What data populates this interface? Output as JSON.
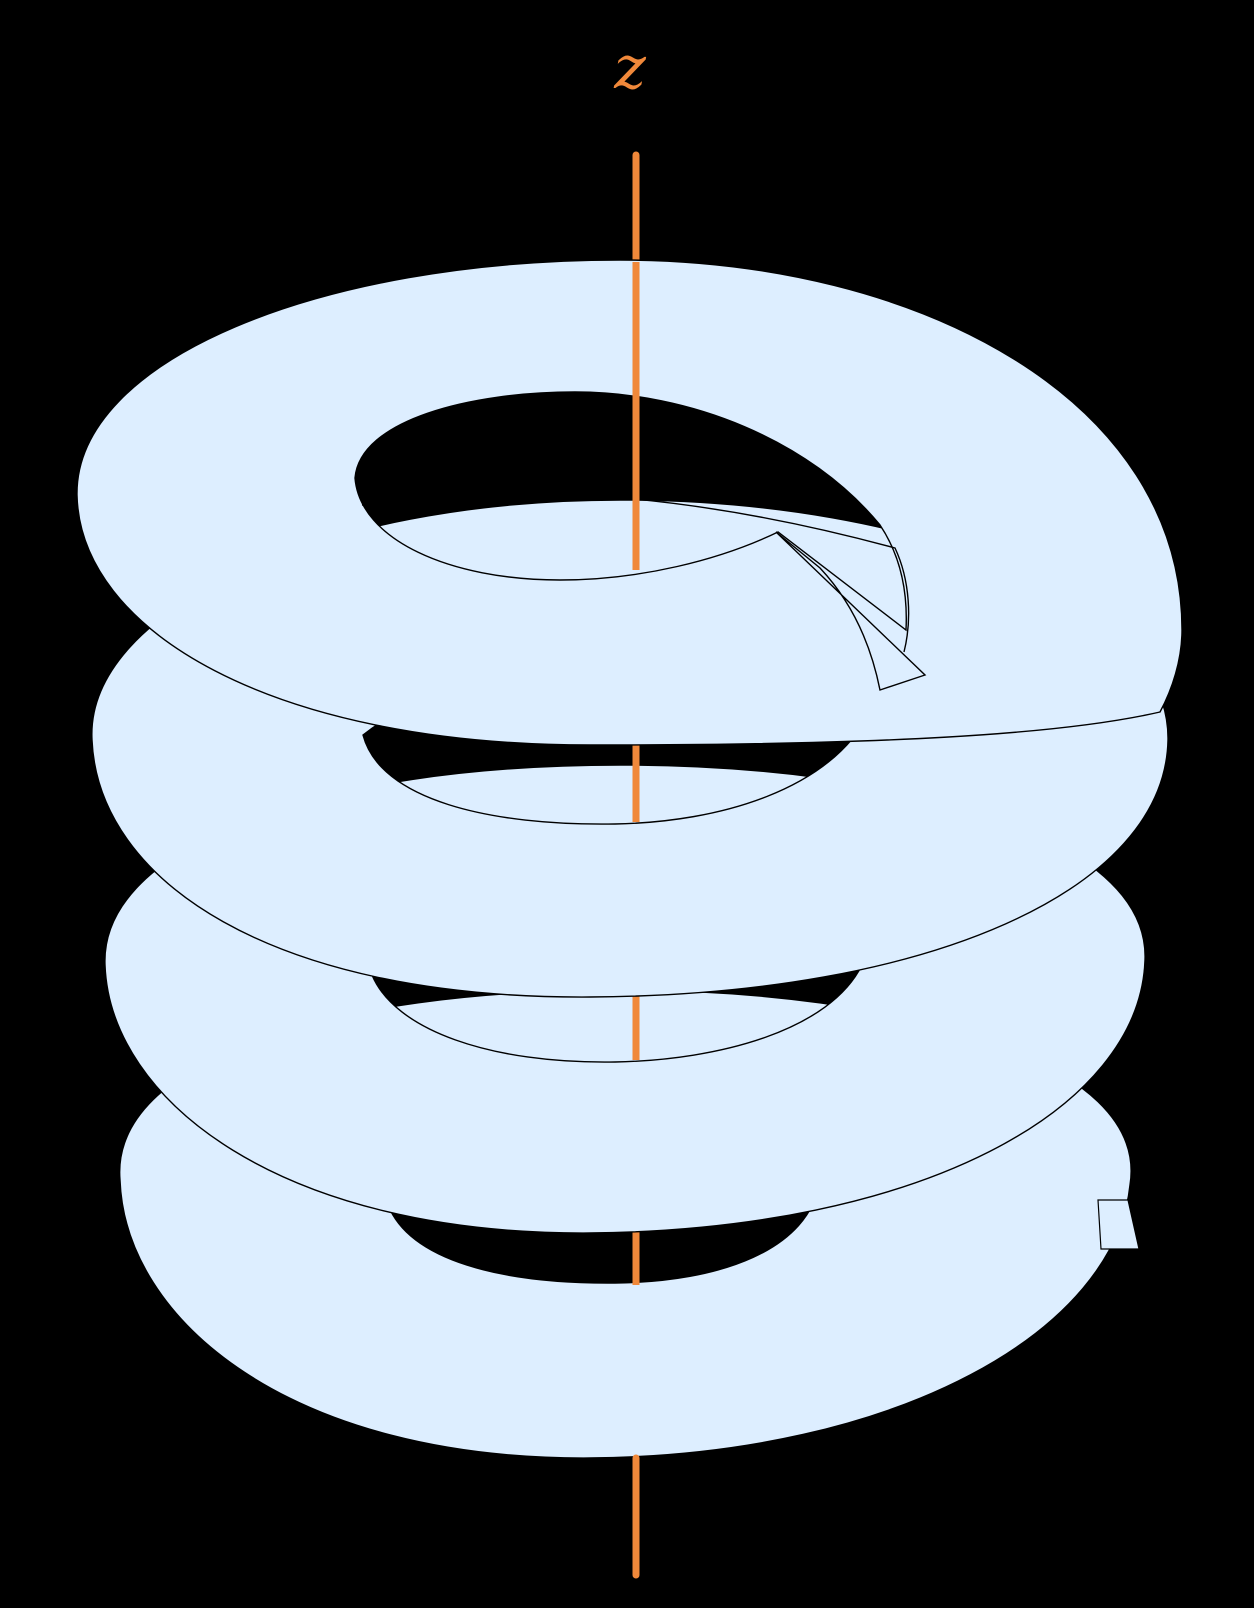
{
  "figure": {
    "axis_label": "z"
  },
  "colors": {
    "background": "#000000",
    "sheet_fill": "#ddeeff",
    "sheet_outline": "#000000",
    "axis": "#f0883a"
  },
  "description_elements": {
    "surface": "helicoid-ribbon",
    "turns": 4
  }
}
